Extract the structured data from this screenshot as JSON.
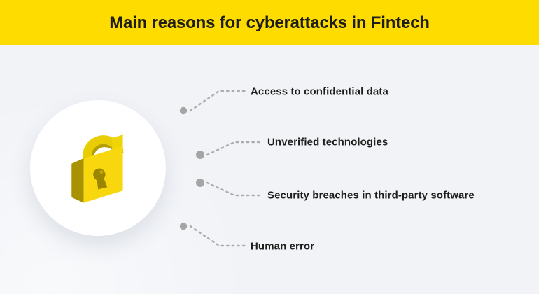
{
  "header": {
    "title": "Main reasons for cyberattacks in Fintech"
  },
  "reasons": [
    {
      "label": "Access to confidential data"
    },
    {
      "label": "Unverified technologies"
    },
    {
      "label": "Security breaches in third-party software"
    },
    {
      "label": "Human error"
    }
  ],
  "icons": {
    "main": "padlock-icon",
    "markers": "connector-dot"
  },
  "colors": {
    "banner_yellow": "#FFDC00",
    "background": "#F1F3F7",
    "text_dark": "#1D1D1B",
    "connector_gray": "#ACACAC",
    "dot_gray": "#A5A5A5",
    "circle_white": "#FFFFFF",
    "lock_front": "#F8D70E",
    "lock_side": "#A89200",
    "lock_shackle": "#E8CD04",
    "lock_shackle_shadow": "#B79E00",
    "lock_keyhole": "#9C8600"
  }
}
